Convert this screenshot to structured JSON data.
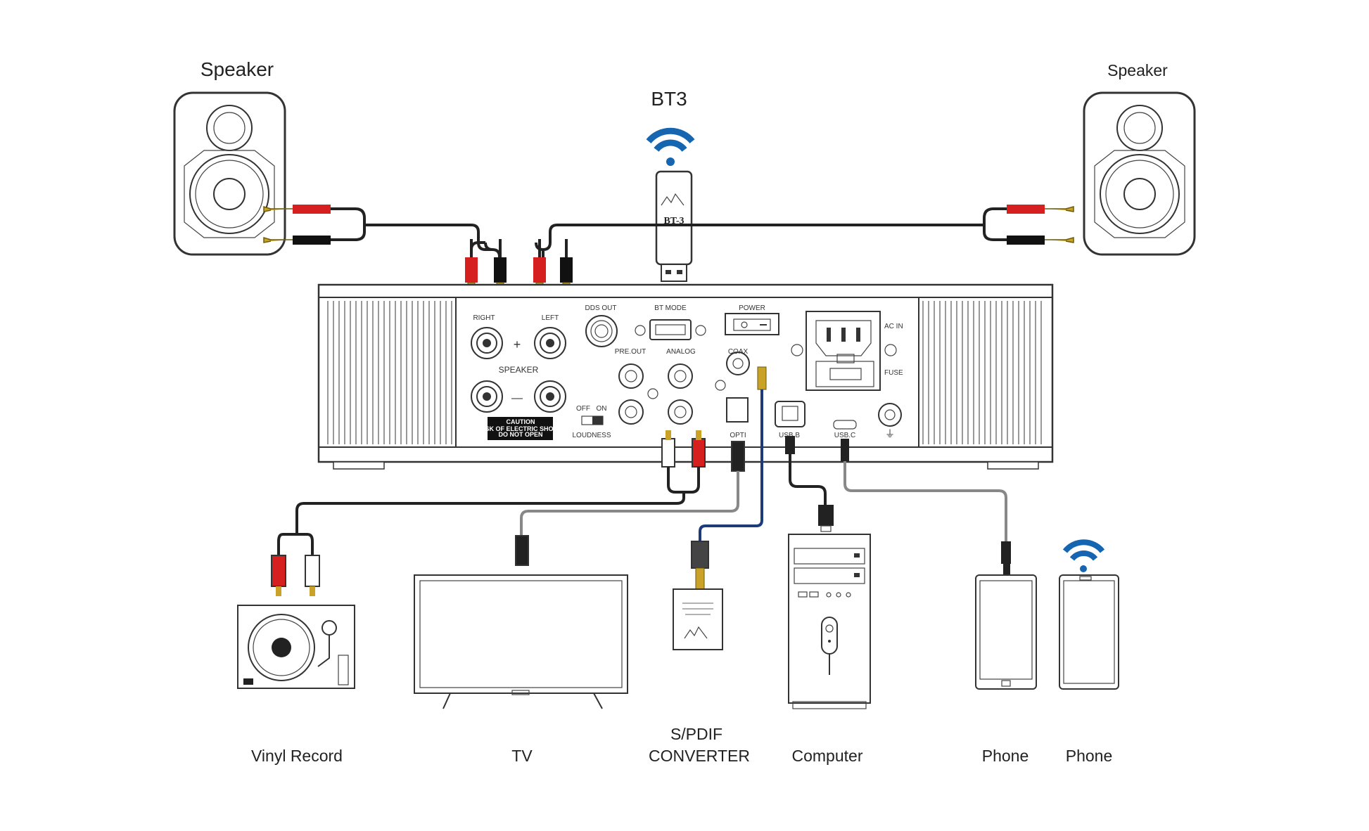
{
  "labels": {
    "speaker_left": "Speaker",
    "speaker_right": "Speaker",
    "bt3": "BT3",
    "vinyl": "Vinyl Record",
    "tv": "TV",
    "spdif_line1": "S/PDIF",
    "spdif_line2": "CONVERTER",
    "computer": "Computer",
    "phone1": "Phone",
    "phone2": "Phone"
  },
  "panel": {
    "right": "RIGHT",
    "left": "LEFT",
    "plus": "+",
    "minus": "—",
    "speaker": "SPEAKER",
    "dds_out": "DDS OUT",
    "bt_mode": "BT MODE",
    "power": "POWER",
    "ac_in": "AC IN",
    "fuse": "FUSE",
    "pre_out": "PRE.OUT",
    "analog": "ANALOG",
    "coax": "COAX",
    "opti": "OPTI",
    "usb_b": "USB.B",
    "usb_c": "USB.C",
    "off": "OFF",
    "on": "ON",
    "loudness": "LOUDNESS",
    "caution": "CAUTION",
    "caution_l2": "RISK OF ELECTRIC SHOCK",
    "caution_l3": "DO NOT OPEN"
  },
  "device_text": {
    "bt3_dongle": "BT-3"
  },
  "colors": {
    "wifi": "#1565b0",
    "red_plug": "#d6201f",
    "coax_cable": "#1d3a7a",
    "gold": "#c9a227"
  }
}
